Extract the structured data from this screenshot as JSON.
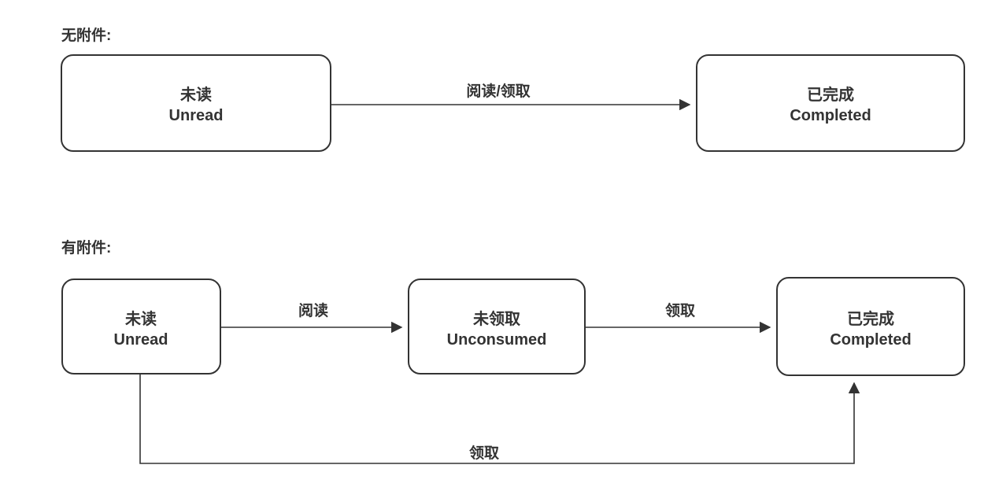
{
  "diagram": {
    "background": "#ffffff",
    "stroke_color": "#333333",
    "text_color": "#333333",
    "sections": [
      {
        "label": "无附件:",
        "nodes": [
          {
            "id": "unread",
            "zh": "未读",
            "en": "Unread"
          },
          {
            "id": "completed",
            "zh": "已完成",
            "en": "Completed"
          }
        ],
        "edges": [
          {
            "from": "unread",
            "to": "completed",
            "label": "阅读/领取"
          }
        ]
      },
      {
        "label": "有附件:",
        "nodes": [
          {
            "id": "unread",
            "zh": "未读",
            "en": "Unread"
          },
          {
            "id": "unconsumed",
            "zh": "未领取",
            "en": "Unconsumed"
          },
          {
            "id": "completed",
            "zh": "已完成",
            "en": "Completed"
          }
        ],
        "edges": [
          {
            "from": "unread",
            "to": "unconsumed",
            "label": "阅读"
          },
          {
            "from": "unconsumed",
            "to": "completed",
            "label": "领取"
          },
          {
            "from": "unread",
            "to": "completed",
            "label": "领取"
          }
        ]
      }
    ]
  }
}
